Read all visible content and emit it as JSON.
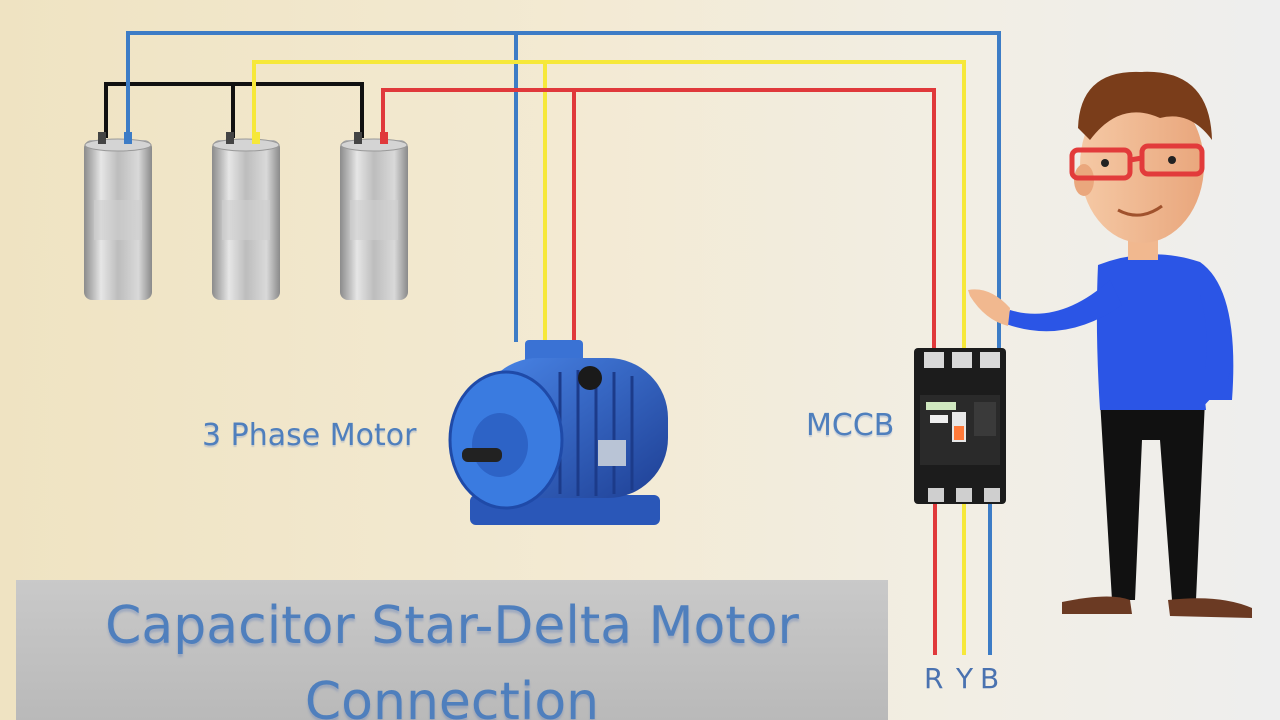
{
  "diagram": {
    "title_line1": "Capacitor Star-Delta Motor",
    "title_line2": "Connection",
    "motor_label": "3 Phase Motor",
    "mccb_label": "MCCB",
    "phases": {
      "r": "R",
      "y": "Y",
      "b": "B"
    }
  },
  "colors": {
    "red_wire": "#e0393b",
    "yellow_wire": "#f6e83a",
    "blue_wire": "#3d7cc6",
    "black_wire": "#111111",
    "motor_blue": "#2f62c8",
    "label_blue": "#4f7fbd",
    "shirt_blue": "#2b55e6"
  },
  "icons": [
    "capacitor",
    "three-phase-motor",
    "mccb-breaker",
    "presenter-character"
  ]
}
